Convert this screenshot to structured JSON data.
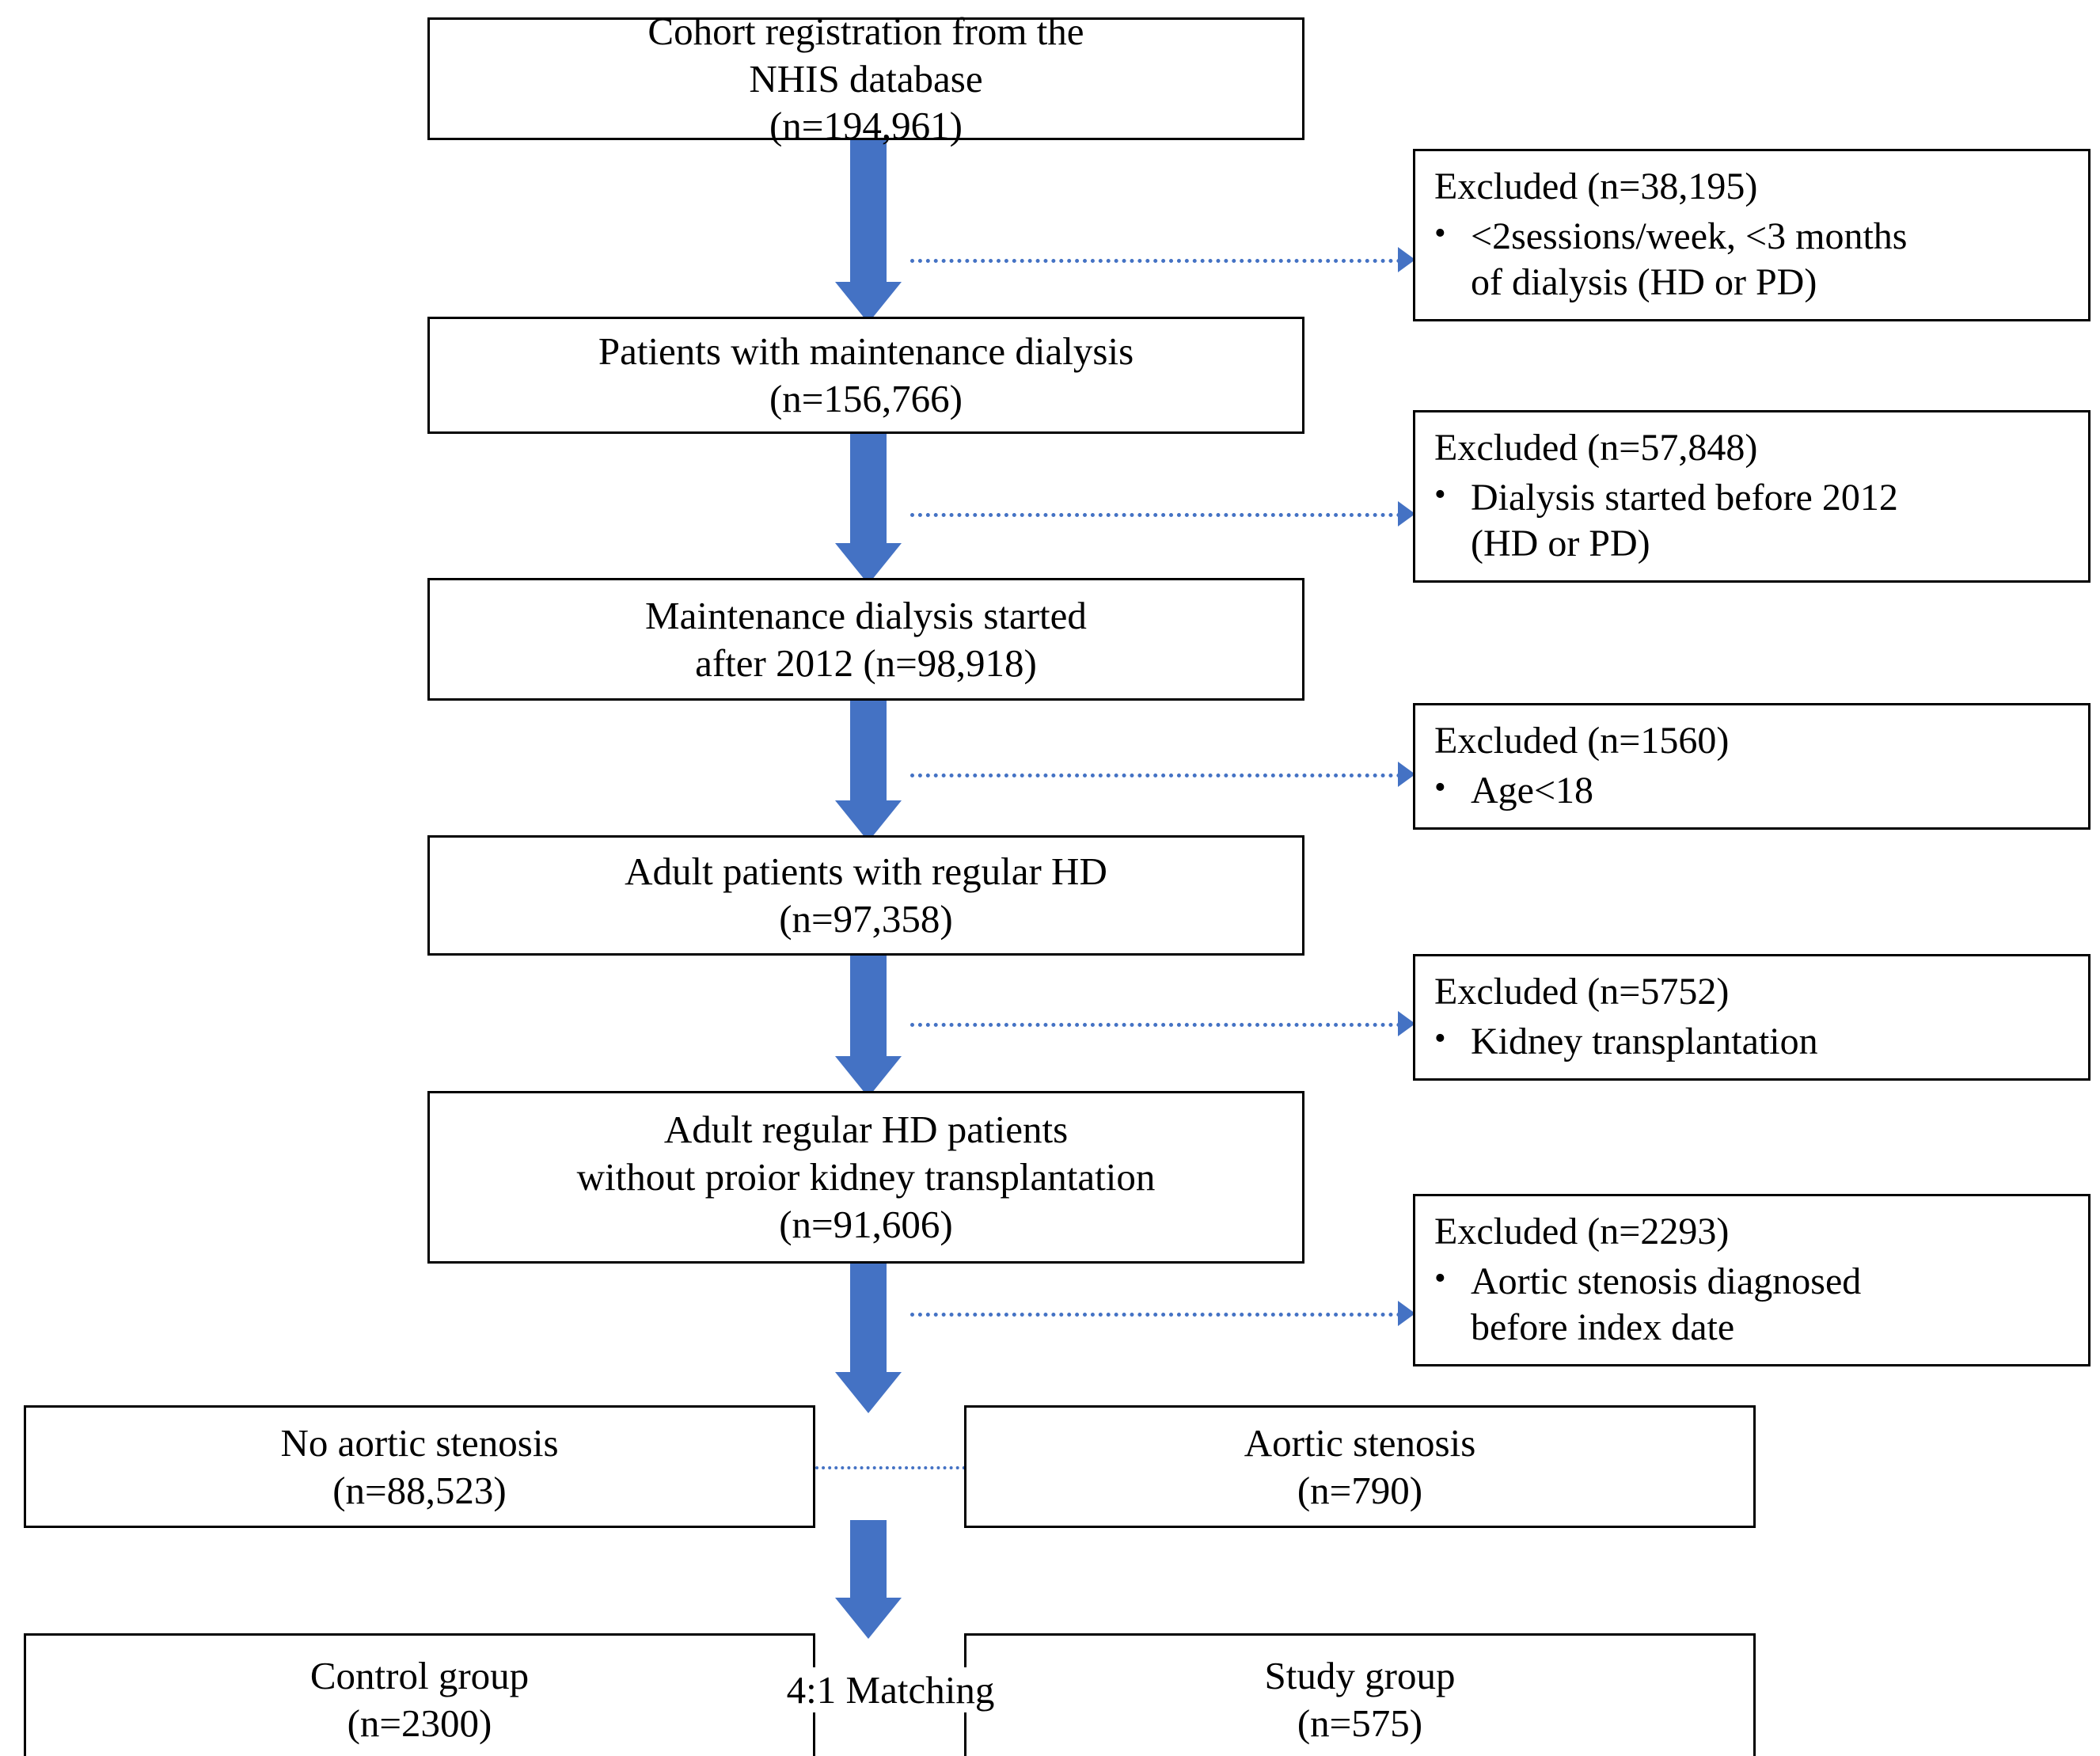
{
  "figure": {
    "type": "flowchart",
    "title": "Study population selection flow diagram",
    "accent_color": "#4472C4",
    "box_border_color": "#000000",
    "background_color": "#ffffff"
  },
  "flow_boxes": [
    {
      "id": "cohort-registration",
      "lines": [
        "Cohort registration from the",
        "NHIS database",
        "(n=194,961)"
      ],
      "n": 194961
    },
    {
      "id": "maintenance-dialysis",
      "lines": [
        "Patients with maintenance dialysis",
        "(n=156,766)"
      ],
      "n": 156766
    },
    {
      "id": "dialysis-after-2012",
      "lines": [
        "Maintenance dialysis started",
        "after 2012 (n=98,918)"
      ],
      "n": 98918
    },
    {
      "id": "adult-regular-hd",
      "lines": [
        "Adult patients with regular HD",
        "(n=97,358)"
      ],
      "n": 97358
    },
    {
      "id": "adult-hd-no-transplant",
      "lines": [
        "Adult  regular HD patients",
        "without proior kidney transplantation",
        "(n=91,606)"
      ],
      "n": 91606
    }
  ],
  "exclusion_boxes": [
    {
      "id": "excluded-sessions",
      "heading": "Excluded (n=38,195)",
      "n": 38195,
      "bullet_lines": [
        "<2sessions/week, <3 months",
        "of dialysis (HD or PD)"
      ]
    },
    {
      "id": "excluded-before-2012",
      "heading": "Excluded (n=57,848)",
      "n": 57848,
      "bullet_lines": [
        "Dialysis started before 2012",
        "(HD or PD)"
      ]
    },
    {
      "id": "excluded-age",
      "heading": "Excluded (n=1560)",
      "n": 1560,
      "bullet_lines": [
        "Age<18"
      ]
    },
    {
      "id": "excluded-transplant",
      "heading": "Excluded (n=5752)",
      "n": 5752,
      "bullet_lines": [
        "Kidney transplantation"
      ]
    },
    {
      "id": "excluded-prior-as",
      "heading": "Excluded (n=2293)",
      "n": 2293,
      "bullet_lines": [
        "Aortic stenosis diagnosed",
        "before index date"
      ]
    }
  ],
  "split_row": {
    "no_as": {
      "id": "no-aortic-stenosis",
      "lines": [
        "No aortic stenosis",
        "(n=88,523)"
      ],
      "n": 88523
    },
    "as": {
      "id": "aortic-stenosis",
      "lines": [
        "Aortic stenosis",
        "(n=790)"
      ],
      "n": 790
    }
  },
  "final_row": {
    "control": {
      "id": "control-group",
      "lines": [
        "Control group",
        "(n=2300)"
      ],
      "n": 2300
    },
    "matching_label": "4:1 Matching",
    "study": {
      "id": "study-group",
      "lines": [
        "Study group",
        "(n=575)"
      ],
      "n": 575
    }
  }
}
